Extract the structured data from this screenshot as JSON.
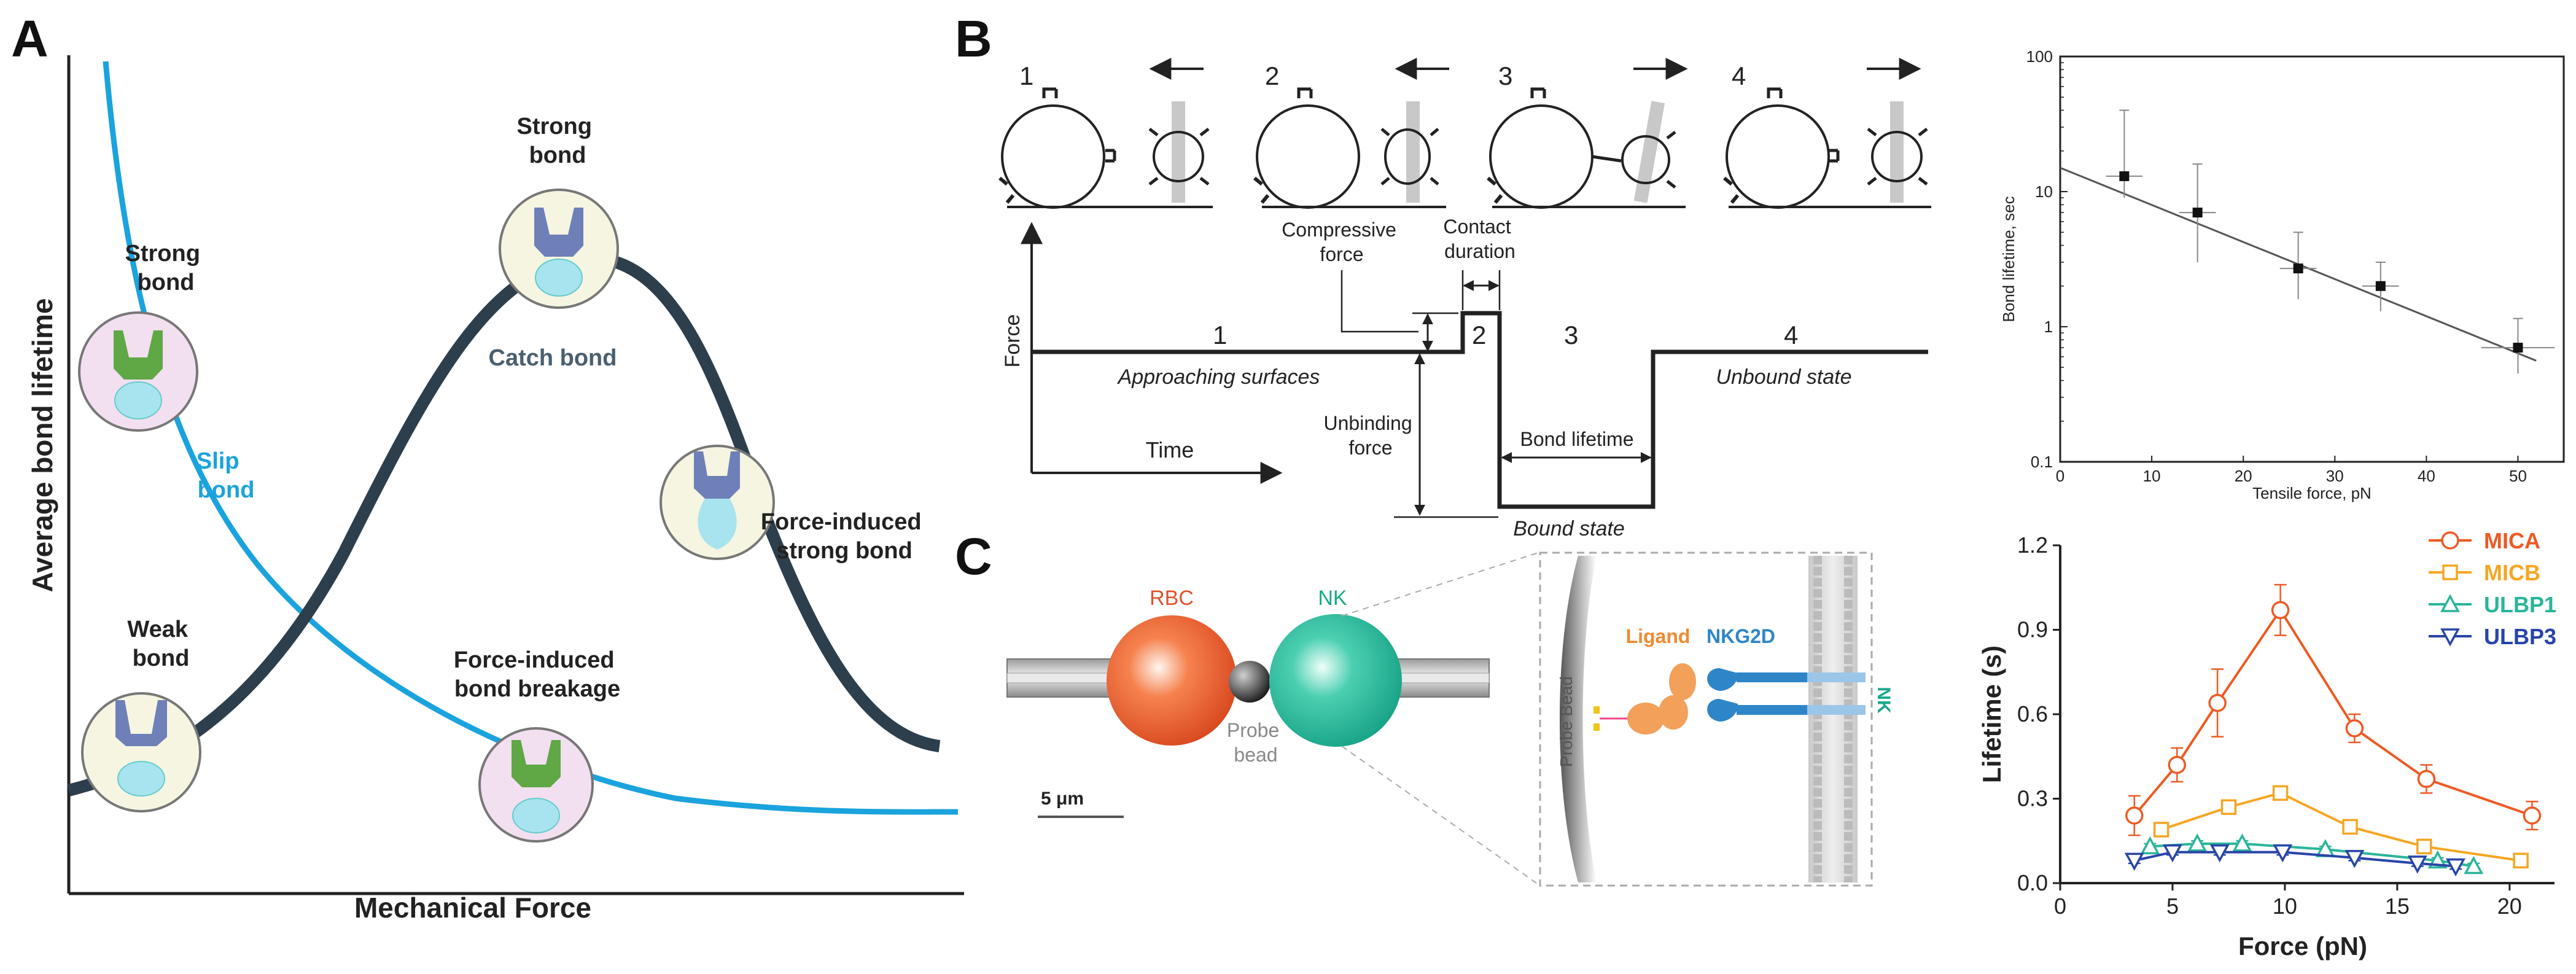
{
  "panels": {
    "a": {
      "letter": "A",
      "y_axis_label": "Average bond lifetime",
      "x_axis_label": "Mechanical Force",
      "label_strong_bond_left": [
        "Strong",
        "bond"
      ],
      "label_strong_bond_top": [
        "Strong",
        "bond"
      ],
      "label_weak_bond": [
        "Weak",
        "bond"
      ],
      "label_force_induced_breakage": [
        "Force-induced",
        "bond breakage"
      ],
      "label_force_induced_strong": [
        "Force-induced",
        "strong bond"
      ],
      "label_slip_bond": [
        "Slip",
        "bond"
      ],
      "label_catch_bond": "Catch bond",
      "colors": {
        "slip": "#1aa3dd",
        "catch": "#2d3e4c",
        "receptor": "#6f7fb8",
        "ligand_green": "#5fa845",
        "cyan": "#a8e4ef"
      }
    },
    "b": {
      "letter": "B",
      "stage_numbers": [
        "1",
        "2",
        "3",
        "4"
      ],
      "trace_numbers": [
        "1",
        "2",
        "3",
        "4"
      ],
      "force_axis": "Force",
      "time_axis": "Time",
      "compressive_force": [
        "Compressive",
        "force"
      ],
      "contact_duration": [
        "Contact",
        "duration"
      ],
      "approaching_surfaces": "Approaching surfaces",
      "unbound_state": "Unbound state",
      "unbinding_force": [
        "Unbinding",
        "force"
      ],
      "bond_lifetime": "Bond lifetime",
      "bound_state": "Bound state"
    },
    "c": {
      "letter": "C",
      "rbc": "RBC",
      "nk": "NK",
      "probe_bead": [
        "Probe",
        "bead"
      ],
      "scale_bar": "5 μm",
      "inset_probe_bead": "Probe Bead",
      "inset_ligand": "Ligand",
      "inset_nkg2d": "NKG2D",
      "inset_nk": "NK"
    }
  },
  "chart_data": [
    {
      "type": "scatter",
      "xlabel": "Tensile force, pN",
      "ylabel": "Bond lifetime, sec",
      "xlim": [
        0,
        55
      ],
      "ylim": [
        0.1,
        100
      ],
      "y_scale": "log",
      "x_ticks": [
        "0",
        "10",
        "20",
        "30",
        "40",
        "50"
      ],
      "y_ticks": [
        "0.1",
        "1",
        "10",
        "100"
      ],
      "points": [
        {
          "x": 7,
          "y": 13,
          "y_err_low": 9,
          "y_err_high": 40,
          "x_err": 2
        },
        {
          "x": 15,
          "y": 7,
          "y_err_low": 3,
          "y_err_high": 16,
          "x_err": 2
        },
        {
          "x": 26,
          "y": 2.7,
          "y_err_low": 1.6,
          "y_err_high": 5,
          "x_err": 2
        },
        {
          "x": 35,
          "y": 2.0,
          "y_err_low": 1.3,
          "y_err_high": 3,
          "x_err": 2
        },
        {
          "x": 50,
          "y": 0.7,
          "y_err_low": 0.45,
          "y_err_high": 1.15,
          "x_err": 4
        }
      ],
      "fit": {
        "x": [
          0,
          52
        ],
        "y": [
          15,
          0.56
        ]
      },
      "grid": false
    },
    {
      "type": "line",
      "xlabel": "Force (pN)",
      "ylabel": "Lifetime (s)",
      "xlim": [
        0,
        22
      ],
      "ylim": [
        0,
        1.2
      ],
      "x_ticks": [
        "0",
        "5",
        "10",
        "15",
        "20"
      ],
      "y_ticks": [
        "0.0",
        "0.3",
        "0.6",
        "0.9",
        "1.2"
      ],
      "legend_position": "top-right",
      "series": [
        {
          "name": "MICA",
          "color": "#ec5b24",
          "marker": "circle",
          "x": [
            3.3,
            5.2,
            7.0,
            9.8,
            13.1,
            16.3,
            21.0
          ],
          "y": [
            0.24,
            0.42,
            0.64,
            0.97,
            0.55,
            0.37,
            0.24
          ],
          "err": [
            0.07,
            0.06,
            0.12,
            0.09,
            0.05,
            0.05,
            0.05
          ]
        },
        {
          "name": "MICB",
          "color": "#f5a623",
          "marker": "square",
          "x": [
            4.5,
            7.5,
            9.8,
            12.9,
            16.2,
            20.5
          ],
          "y": [
            0.19,
            0.27,
            0.32,
            0.2,
            0.13,
            0.08
          ],
          "err": [
            0.02,
            0.02,
            0.02,
            0.02,
            0.02,
            0.02
          ]
        },
        {
          "name": "ULBP1",
          "color": "#2bb59a",
          "marker": "triangle-up",
          "x": [
            4.0,
            6.1,
            8.1,
            11.8,
            16.8,
            18.4
          ],
          "y": [
            0.13,
            0.14,
            0.14,
            0.12,
            0.08,
            0.06
          ],
          "err": [
            0.01,
            0.01,
            0.01,
            0.01,
            0.01,
            0.01
          ]
        },
        {
          "name": "ULBP3",
          "color": "#2845a8",
          "marker": "triangle-down",
          "x": [
            3.3,
            5.0,
            7.1,
            9.9,
            13.1,
            15.9,
            17.6
          ],
          "y": [
            0.08,
            0.11,
            0.11,
            0.11,
            0.09,
            0.07,
            0.06
          ],
          "err": [
            0.01,
            0.01,
            0.01,
            0.01,
            0.01,
            0.01,
            0.01
          ]
        }
      ]
    }
  ]
}
